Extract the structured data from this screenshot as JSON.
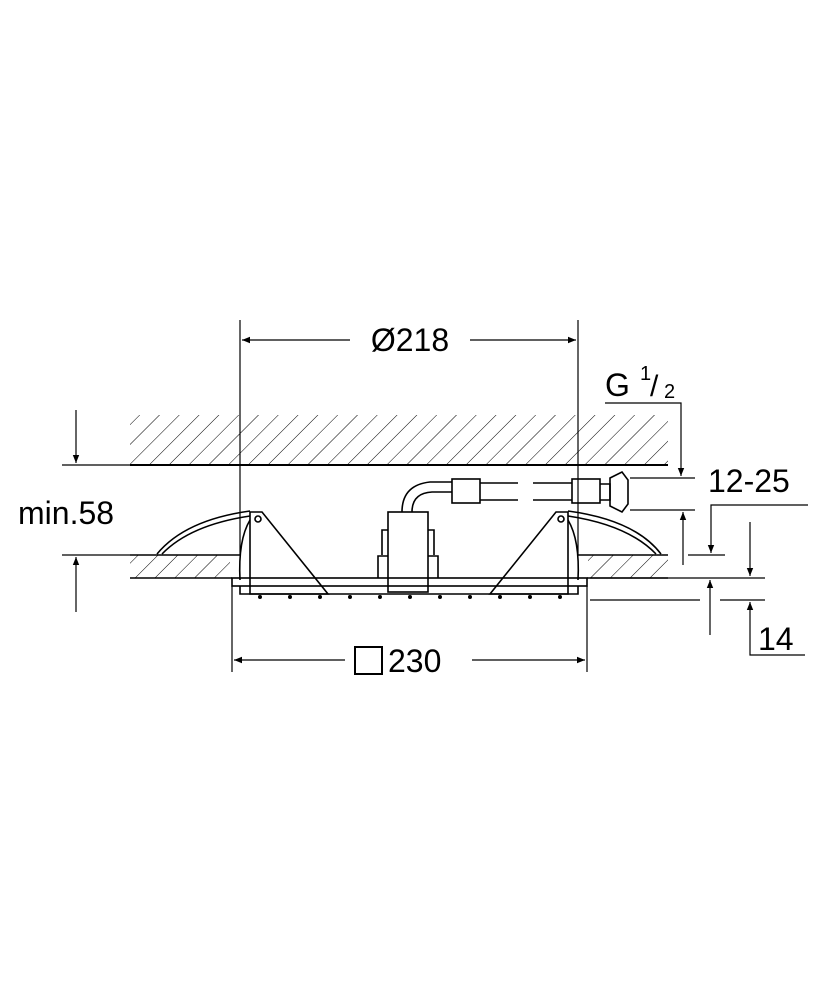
{
  "dimensions": {
    "diameter": "Ø218",
    "square": "230",
    "min_height": "min.58",
    "thread_letter": "G",
    "thread_num": "1",
    "thread_den": "2",
    "adjust_range": "12-25",
    "plate_thickness": "14"
  }
}
